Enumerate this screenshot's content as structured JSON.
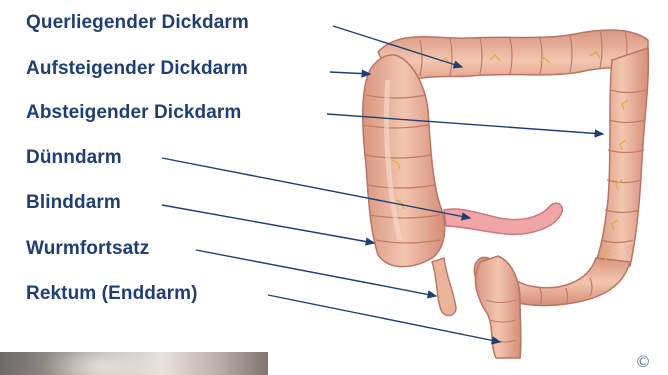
{
  "labels": [
    "Querliegender Dickdarm",
    "Aufsteigender Dickdarm",
    "Absteigender Dickdarm",
    "Dünndarm",
    "Blinddarm",
    "Wurmfortsatz",
    "Rektum (Enddarm)"
  ],
  "copyright": "©",
  "colors": {
    "label_text": "#1f3f73",
    "leader_line": "#1f3f73",
    "colon_fill": "#eab39a",
    "colon_shadow": "#c98470",
    "colon_highlight": "#f8d6c4",
    "small_intestine": "#f0a6a6",
    "vessel": "#d9b24a"
  }
}
